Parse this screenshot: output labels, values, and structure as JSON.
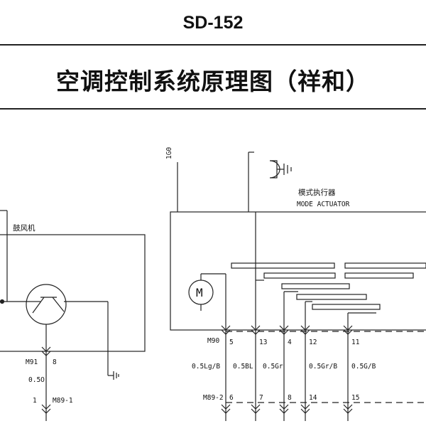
{
  "header": {
    "doc_code": "SD-152",
    "title": "空调控制系统原理图（祥和）"
  },
  "diagram": {
    "blower_label": "鼓风机",
    "actuator_label_cn": "模式执行器",
    "actuator_label_en": "MODE ACTUATOR",
    "wire_top_left": "1G0",
    "motor_symbol": "M",
    "left_connector_top": "M91",
    "left_pin_top": "8",
    "left_wire": "0.5O",
    "left_pin_bottom": "1",
    "left_connector_bottom": "M89-1",
    "right_connector_top": "M90",
    "right_connector_bottom": "M89-2",
    "pins_top": [
      "5",
      "13",
      "4",
      "12",
      "11"
    ],
    "wire_specs": [
      "0.5Lg/B",
      "0.5BL",
      "0.5Gr",
      "0.5Gr/B",
      "0.5G/B"
    ],
    "pins_bottom": [
      "6",
      "7",
      "8",
      "14",
      "15"
    ]
  }
}
